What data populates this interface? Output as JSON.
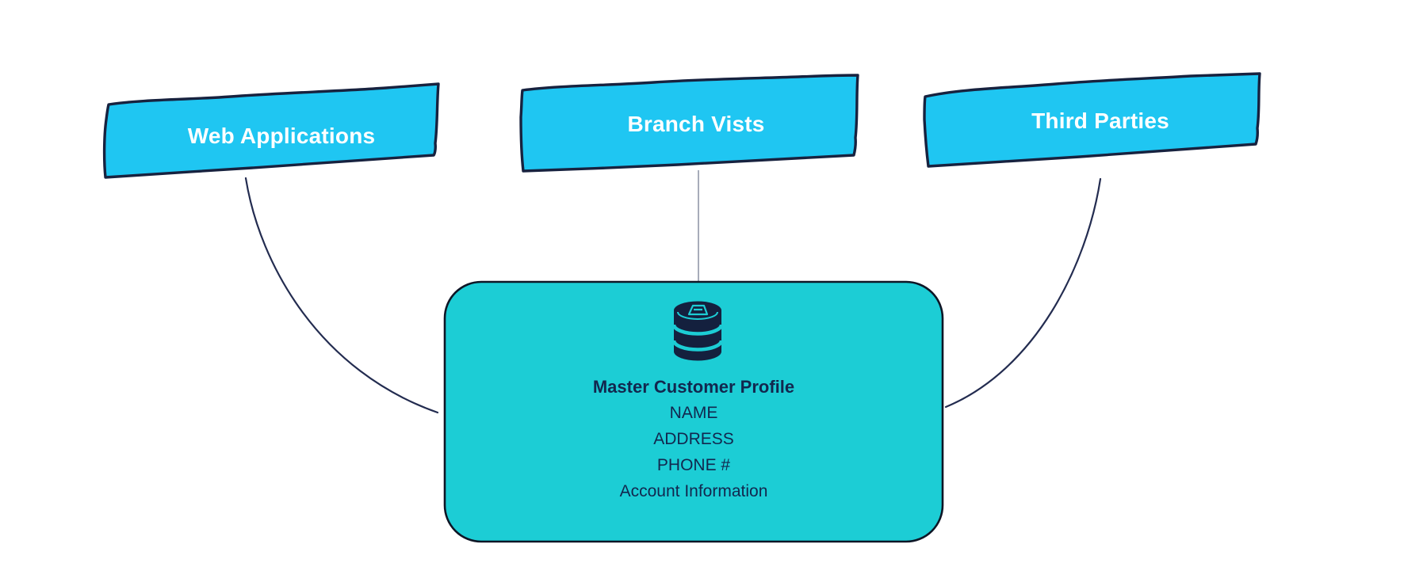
{
  "diagram": {
    "type": "hub-and-spoke",
    "sources": [
      {
        "label": "Web Applications"
      },
      {
        "label": "Branch Vists"
      },
      {
        "label": "Third Parties"
      }
    ],
    "hub": {
      "icon": "database-icon",
      "title": "Master Customer Profile",
      "fields": [
        "NAME",
        "ADDRESS",
        "PHONE #",
        "Account Information"
      ]
    },
    "colors": {
      "source_fill": "#1FC6F2",
      "source_stroke": "#17223F",
      "hub_fill": "#1CCDD5",
      "hub_stroke": "#0E1626",
      "hub_text": "#12274E",
      "label_text": "#FFFFFF",
      "connector_side": "#232C50",
      "connector_middle": "#8A90A3",
      "icon_fill": "#14203E"
    }
  }
}
